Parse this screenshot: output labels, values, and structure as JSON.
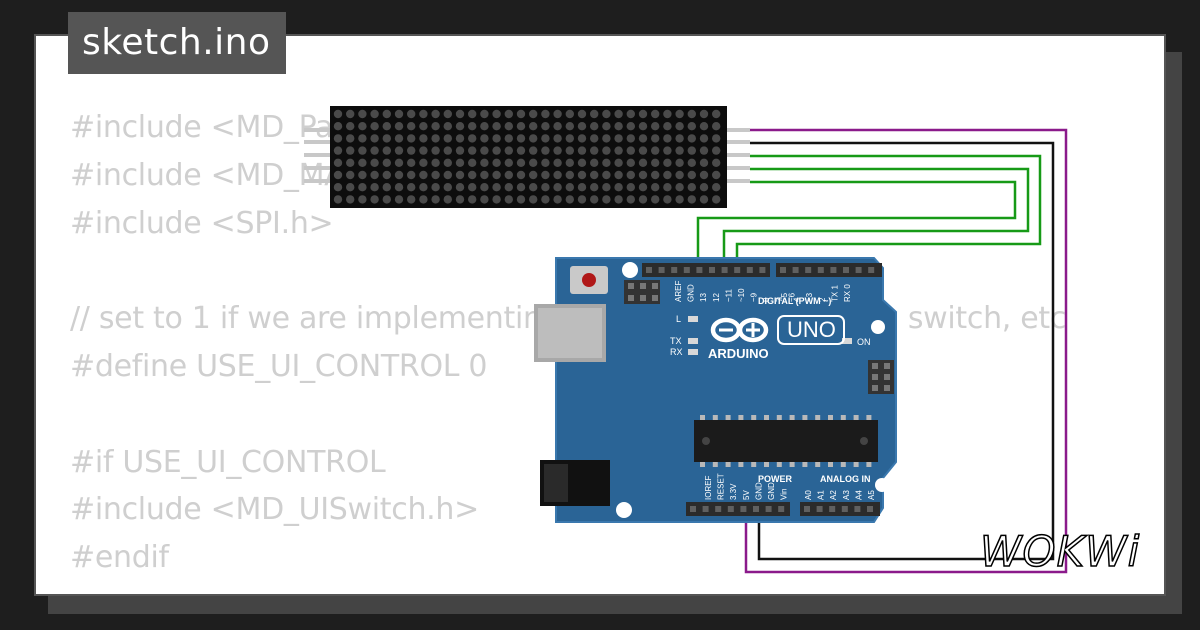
{
  "title": "sketch.ino",
  "code_lines": [
    "#include <MD_Parola.h>",
    "#include <MD_MAX72xx.h>",
    "#include <SPI.h>",
    "",
    "// set to 1 if we are implementing the user interface pot, switch, etc",
    "#define USE_UI_CONTROL 0",
    "",
    "#if USE_UI_CONTROL",
    "#include <MD_UISwitch.h>",
    "#endif"
  ],
  "board": {
    "model": "UNO",
    "brand": "ARDUINO",
    "digital_label": "DIGITAL (PWM ~)",
    "power_label": "POWER",
    "analog_label": "ANALOG IN",
    "on_label": "ON",
    "l_label": "L",
    "tx_label": "TX",
    "rx_label": "RX",
    "digital_pins": [
      "AREF",
      "GND",
      "13",
      "12",
      "~11",
      "~10",
      "~9",
      "8",
      "7",
      "~6",
      "~5",
      "4",
      "~3",
      "2",
      "TX 1",
      "RX 0"
    ],
    "power_pins": [
      "IOREF",
      "RESET",
      "3.3V",
      "5V",
      "GND",
      "GND",
      "Vin"
    ],
    "analog_pins": [
      "A0",
      "A1",
      "A2",
      "A3",
      "A4",
      "A5"
    ]
  },
  "logo_text": "WOKWi",
  "colors": {
    "background": "#1e1e1e",
    "board": "#2a6496",
    "wire_green": "#179a17",
    "wire_purple": "#8b1a8b",
    "wire_black": "#111111"
  }
}
